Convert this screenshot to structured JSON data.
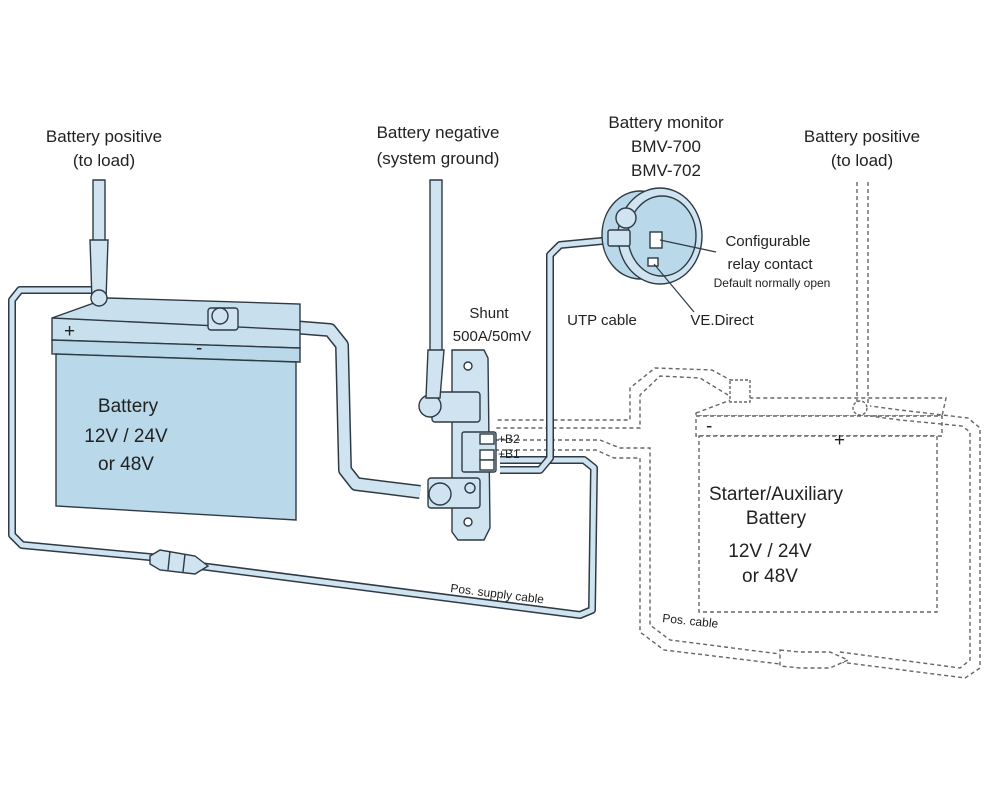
{
  "colors": {
    "battery_fill": "#b9d8e9",
    "battery_side": "#a4c8dc",
    "cable_fill": "#cfe4f0",
    "stroke": "#2e3a44",
    "dashed_stroke": "#666666",
    "text": "#222222"
  },
  "labels": {
    "batt_pos_left": [
      "Battery positive",
      "(to load)"
    ],
    "batt_negative": [
      "Battery negative",
      "(system ground)"
    ],
    "monitor": [
      "Battery monitor",
      "BMV-700",
      "BMV-702"
    ],
    "batt_pos_right": [
      "Battery positive",
      "(to load)"
    ],
    "relay": [
      "Configurable",
      "relay contact"
    ],
    "relay_default": "Default normally open",
    "vedirect": "VE.Direct",
    "utp": "UTP cable",
    "shunt": [
      "Shunt",
      "500A/50mV"
    ],
    "b2": "+B2",
    "b1": "+B1",
    "pos_supply": "Pos. supply cable",
    "pos_cable": "Pos. cable"
  },
  "main_battery": {
    "name": "Battery",
    "voltage_line1": "12V  / 24V",
    "voltage_line2": "or 48V",
    "plus": "+",
    "minus": "-"
  },
  "aux_battery": {
    "name_line1": "Starter/Auxiliary",
    "name_line2": "Battery",
    "voltage_line1": "12V  / 24V",
    "voltage_line2": "or 48V",
    "plus": "+",
    "minus": "-"
  }
}
